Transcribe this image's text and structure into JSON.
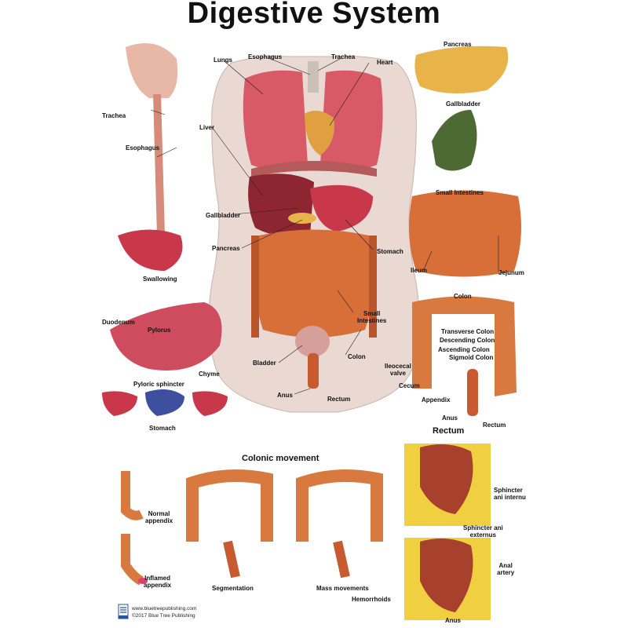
{
  "title": "Digestive System",
  "labels": {
    "lungs": "Lungs",
    "esophagus_top": "Esophagus",
    "trachea_top": "Trachea",
    "heart": "Heart",
    "pancreas_side": "Pancreas",
    "gallbladder_side": "Gallbladder",
    "small_intestines_side": "Small Intestines",
    "ileum": "Ileum",
    "jejunum": "Jejunum",
    "liver": "Liver",
    "gallbladder_body": "Gallbladder",
    "pancreas_body": "Pancreas",
    "stomach_body": "Stomach",
    "small_intestines_body_1": "Small",
    "small_intestines_body_2": "Intestines",
    "bladder": "Bladder",
    "colon_body": "Colon",
    "anus_body": "Anus",
    "rectum_body": "Rectum",
    "trachea_left": "Trachea",
    "esophagus_left": "Esophagus",
    "swallowing": "Swallowing",
    "duodenum": "Duodenum",
    "pylorus": "Pylorus",
    "chyme": "Chyme",
    "pyloric_sphincter": "Pyloric sphincter",
    "stomach_caption": "Stomach",
    "colon_title": "Colon",
    "transverse_colon": "Transverse Colon",
    "descending_colon": "Descending Colon",
    "ascending_colon": "Ascending Colon",
    "sigmoid_colon": "Sigmoid Colon",
    "ileocecal_1": "Ileocecal",
    "ileocecal_2": "valve",
    "cecum": "Cecum",
    "appendix": "Appendix",
    "anus_colon": "Anus",
    "rectum_colon": "Rectum",
    "rectum_title": "Rectum",
    "colonic_movement": "Colonic movement",
    "normal_appendix_1": "Normal",
    "normal_appendix_2": "appendix",
    "inflamed_appendix_1": "Inflamed",
    "inflamed_appendix_2": "appendix",
    "segmentation": "Segmentation",
    "mass_movements": "Mass movements",
    "sphincter_internus_1": "Sphincter",
    "sphincter_internus_2": "ani internus",
    "sphincter_externus_1": "Sphincter ani",
    "sphincter_externus_2": "externus",
    "anal_artery_1": "Anal",
    "anal_artery_2": "artery",
    "hemorrhoids": "Hemorrhoids",
    "anus_rectum": "Anus"
  },
  "footer": {
    "website": "www.bluetreepublishing.com",
    "copyright": "©2017 Blue Tree Publishing"
  },
  "colors": {
    "organ_red": "#c9384a",
    "intestine_orange": "#d86e38",
    "skin": "#e9d6d0",
    "liver": "#8e2632",
    "pancreas": "#e8b44a",
    "gallbladder": "#4d6a34",
    "fat_yellow": "#f0d040"
  }
}
